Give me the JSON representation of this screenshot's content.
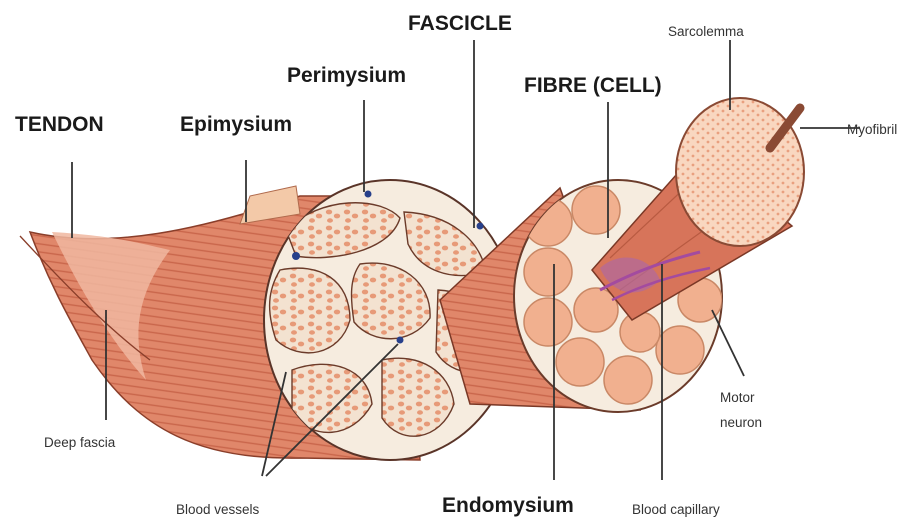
{
  "labels": {
    "fascicle": "FASCICLE",
    "sarcolemma": "Sarcolemma",
    "perimysium": "Perimysium",
    "fibre": "FIBRE (CELL)",
    "tendon": "TENDON",
    "epimysium": "Epimysium",
    "myofibril": "Myofibril",
    "deep_fascia": "Deep fascia",
    "motor_neuron_1": "Motor",
    "motor_neuron_2": "neuron",
    "blood_vessels": "Blood vessels",
    "endomysium": "Endomysium",
    "blood_capillary": "Blood capillary"
  },
  "colors": {
    "muscle": "#e0876a",
    "muscle_dark": "#c9664b",
    "fibre_tissue": "#f1b08f",
    "fibre_light": "#f7cdb3",
    "connective": "#f6ecdf",
    "motor_neuron": "#a34b9f"
  }
}
